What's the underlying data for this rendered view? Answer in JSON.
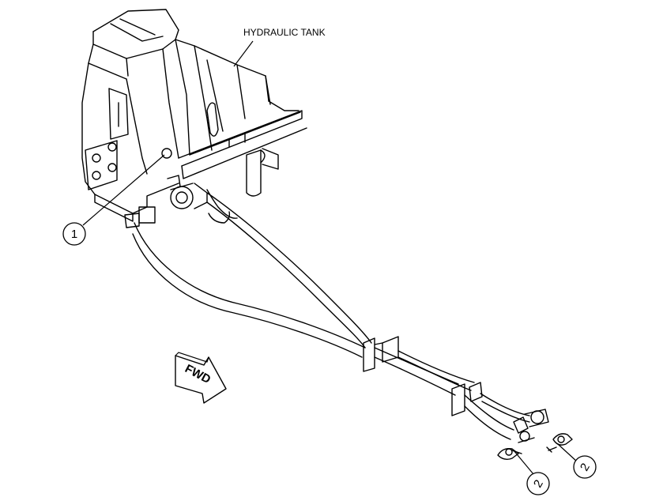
{
  "labels": {
    "hydraulic_tank": "HYDRAULIC TANK",
    "fwd": "FWD"
  },
  "callouts": [
    {
      "number": "1"
    },
    {
      "number": "2"
    },
    {
      "number": "2"
    }
  ],
  "colors": {
    "line": "#000000",
    "background": "#ffffff"
  }
}
